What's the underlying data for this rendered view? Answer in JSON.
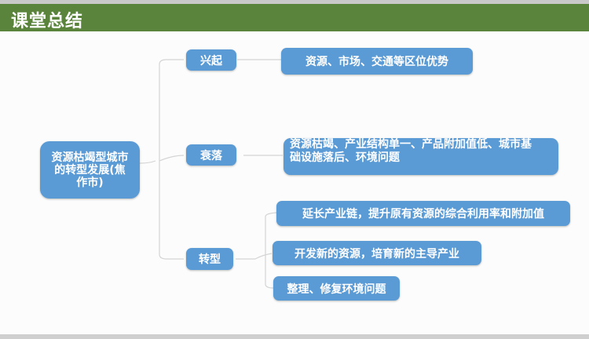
{
  "header": {
    "title": "课堂总结"
  },
  "diagram": {
    "root": "资源枯竭型城市的转型发展(焦作市)",
    "root_lines": [
      "资源枯竭型城市",
      "的转型发展(焦",
      "作市)"
    ],
    "branches": [
      {
        "label": "兴起",
        "details": [
          "资源、市场、交通等区位优势"
        ]
      },
      {
        "label": "衰落",
        "details": [
          "资源枯竭、产业结构单一、产品附加值低、城市基础设施落后、环境问题"
        ],
        "detail_lines": [
          "资源枯竭、产业结构单一、产品附加值低、城市基",
          "础设施落后、环境问题"
        ]
      },
      {
        "label": "转型",
        "details": [
          "延长产业链，提升原有资源的综合利用率和附加值",
          "开发新的资源，培育新的主导产业",
          "整理、修复环境问题"
        ]
      }
    ],
    "colors": {
      "node": "#5b9bd5",
      "header": "#5a843b",
      "connector": "#d4d4d4"
    }
  }
}
